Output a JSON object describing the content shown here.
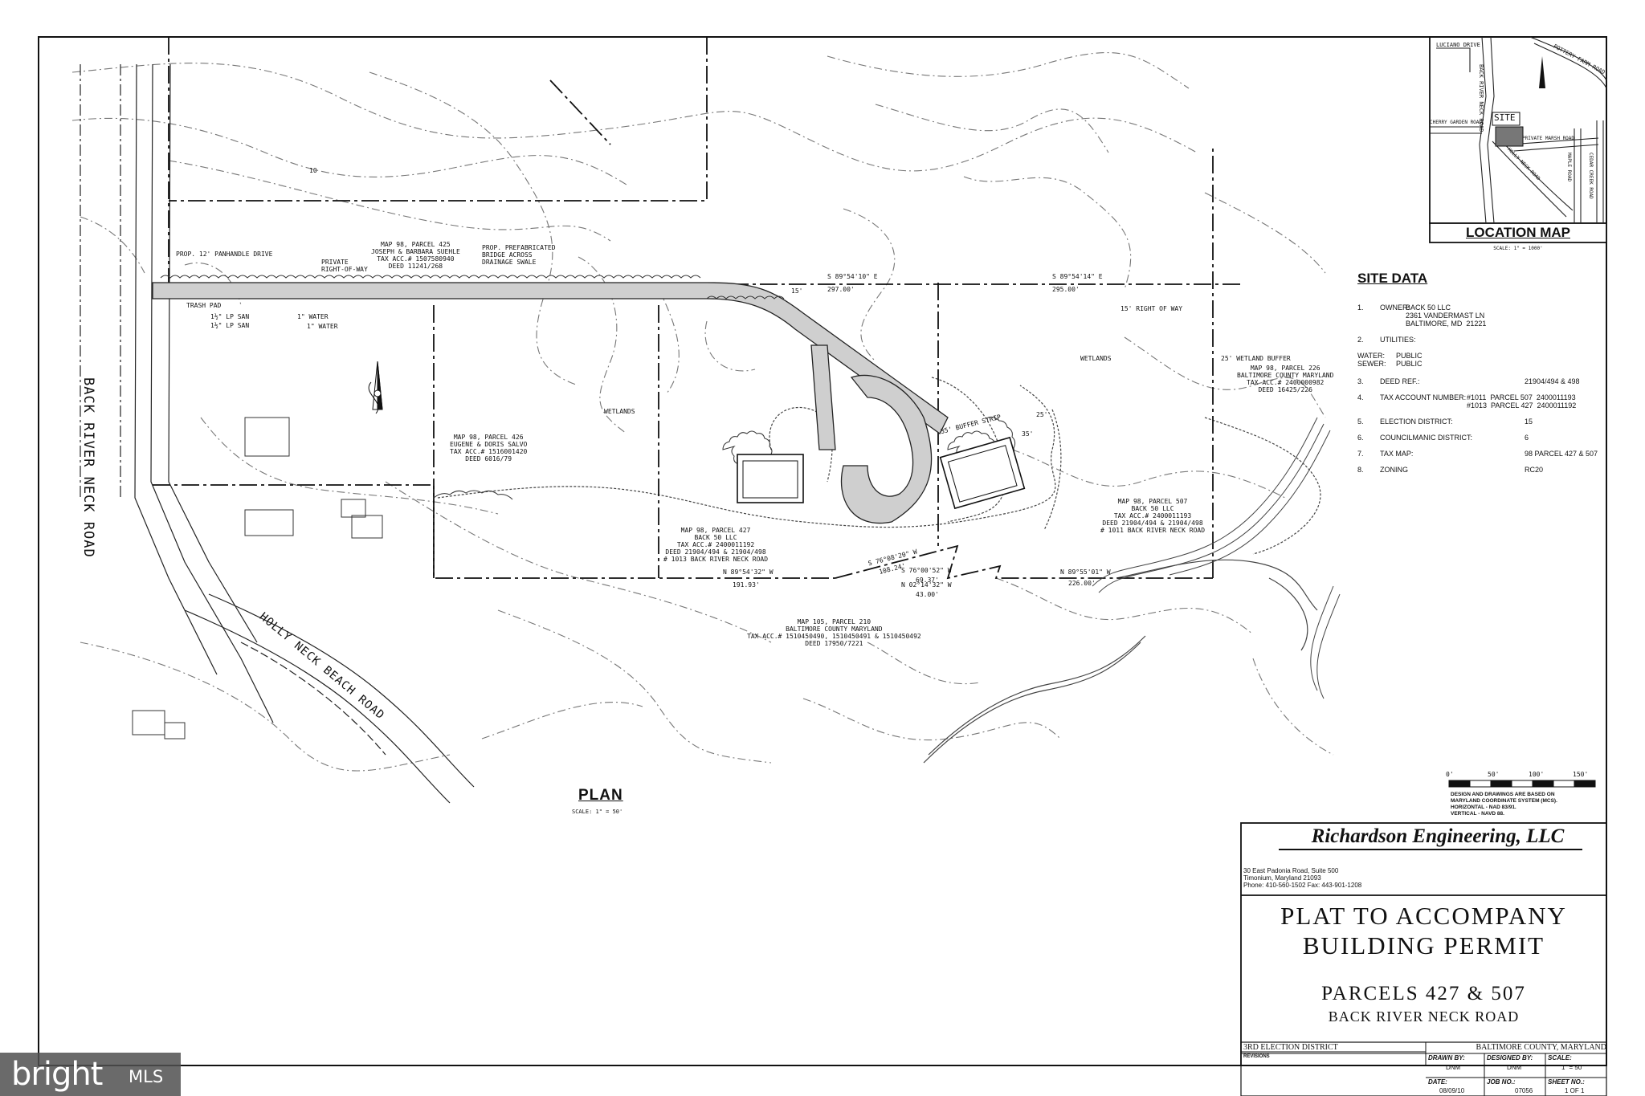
{
  "plan": {
    "title": "PLAN",
    "scale": "SCALE: 1\" = 50'"
  },
  "location_map": {
    "title": "LOCATION MAP",
    "scale": "SCALE: 1\" = 1000'",
    "site_label": "SITE",
    "roads": [
      "LUCIANO DRIVE",
      "POTTERY FARM ROAD",
      "BACK RIVER NECK ROAD",
      "CHERRY GARDEN ROAD",
      "PRIVATE MARSH ROAD",
      "HOLLY NECK ROAD",
      "MAPLE ROAD",
      "CEDAR CREEK ROAD"
    ]
  },
  "site_data": {
    "title": "SITE DATA",
    "rows": [
      {
        "num": "1.",
        "label": "OWNER:",
        "value": "BACK 50 LLC"
      },
      {
        "num": "",
        "label": "",
        "value": "2361 VANDERMAST LN"
      },
      {
        "num": "",
        "label": "",
        "value": "BALTIMORE, MD  21221"
      },
      {
        "num": "2.",
        "label": "UTILITIES:",
        "value": ""
      },
      {
        "num": "",
        "label": "WATER:",
        "value": "PUBLIC"
      },
      {
        "num": "",
        "label": "SEWER:",
        "value": "PUBLIC"
      },
      {
        "num": "3.",
        "label": "DEED REF.:",
        "value": "21904/494 & 498"
      },
      {
        "num": "4.",
        "label": "TAX ACCOUNT NUMBER:",
        "value": "#1011  PARCEL 507  2400011193"
      },
      {
        "num": "",
        "label": "",
        "value": "#1013  PARCEL 427  2400011192"
      },
      {
        "num": "5.",
        "label": "ELECTION DISTRICT:",
        "value": "15"
      },
      {
        "num": "6.",
        "label": "COUNCILMANIC DISTRICT:",
        "value": "6"
      },
      {
        "num": "7.",
        "label": "TAX MAP:",
        "value": "98 PARCEL 427 & 507"
      },
      {
        "num": "8.",
        "label": "ZONING",
        "value": "RC20"
      }
    ]
  },
  "scale_bar": {
    "ticks": [
      "0'",
      "50'",
      "100'",
      "150'"
    ],
    "note": [
      "DESIGN AND DRAWINGS ARE BASED ON",
      "MARYLAND COORDINATE SYSTEM (MCS).",
      "HORIZONTAL - NAD 83/91.",
      "VERTICAL - NAVD 88."
    ]
  },
  "title_block": {
    "company": "Richardson Engineering, LLC",
    "address": [
      "30 East Padonia Road, Suite 500",
      "Timonium, Maryland 21093",
      "Phone: 410-560-1502  Fax: 443-901-1208"
    ],
    "title_lines": [
      "PLAT TO ACCOMPANY",
      "BUILDING PERMIT"
    ],
    "subtitle": "PARCELS 427 & 507",
    "road": "BACK RIVER NECK ROAD",
    "district": "3RD ELECTION DISTRICT",
    "county": "BALTIMORE COUNTY, MARYLAND",
    "revisions": "REVISIONS",
    "drawn_by_label": "DRAWN BY:",
    "drawn_by": "DNM",
    "designed_by_label": "DESIGNED BY:",
    "designed_by": "DNM",
    "scale_label": "SCALE:",
    "scale": "1\" = 50'",
    "date_label": "DATE:",
    "date": "08/09/10",
    "job_label": "JOB NO.:",
    "job": "07056",
    "sheet_label": "SHEET NO.:",
    "sheet": "1 OF 1"
  },
  "watermark": {
    "brand": "bright",
    "suffix": "MLS"
  },
  "annotations": {
    "back_river_neck_road": "BACK RIVER NECK ROAD",
    "holly_neck_beach_road": "HOLLY NECK BEACH ROAD",
    "panhandle": "PROP. 12' PANHANDLE DRIVE",
    "private_row": [
      "PRIVATE",
      "RIGHT-OF-WAY"
    ],
    "trash_pad": "TRASH PAD",
    "lp_san_1": "1½\" LP SAN",
    "lp_san_2": "1½\" LP SAN",
    "water_1": "1\" WATER",
    "water_2": "1\" WATER",
    "bridge": [
      "PROP. PREFABRICATED",
      "BRIDGE ACROSS",
      "DRAINAGE SWALE"
    ],
    "parcel_425": [
      "MAP 98, PARCEL 425",
      "JOSEPH & BARBARA SUEHLE",
      "TAX ACC.# 1507580940",
      "DEED 11241/268"
    ],
    "parcel_426": [
      "MAP 98, PARCEL 426",
      "EUGENE & DORIS SALVO",
      "TAX ACC.# 1516001420",
      "DEED 6016/79"
    ],
    "parcel_427": [
      "MAP 98, PARCEL 427",
      "BACK 50 LLC",
      "TAX ACC.# 2400011192",
      "DEED 21904/494 & 21904/498",
      "# 1013 BACK RIVER NECK ROAD"
    ],
    "parcel_507": [
      "MAP 98, PARCEL 507",
      "BACK 50 LLC",
      "TAX ACC.# 2400011193",
      "DEED 21904/494 & 21904/498",
      "# 1011 BACK RIVER NECK ROAD"
    ],
    "parcel_226": [
      "MAP 98, PARCEL 226",
      "BALTIMORE COUNTY MARYLAND",
      "TAX ACC.# 2400000982",
      "DEED 16425/226"
    ],
    "parcel_210": [
      "MAP 105, PARCEL 210",
      "BALTIMORE COUNTY MARYLAND",
      "TAX ACC.# 1510450490, 1510450491 & 1510450492",
      "DEED 17950/7221"
    ],
    "wetlands_1": "WETLANDS",
    "wetlands_2": "WETLANDS",
    "row_15": "15' RIGHT OF WAY",
    "wetland_buffer": "25' WETLAND BUFFER",
    "buffer_35": "35' BUFFER STRIP",
    "bearing_1": "S 89°54'10\" E",
    "dist_1": "297.00'",
    "bearing_2": "S 89°54'14\" E",
    "dist_2": "295.00'",
    "bearing_3": "N 89°54'32\" W",
    "dist_3": "191.93'",
    "bearing_4": "S 76°08'20\" W",
    "dist_4": "108.24'",
    "bearing_5": "S 76°00'52\" W",
    "dist_5": "69.37'",
    "bearing_6": "N 02°14'32\" W",
    "dist_6": "43.00'",
    "bearing_7": "N 89°55'01\" W",
    "dist_7": "226.00'",
    "dim_15": "15'",
    "dim_25": "25'",
    "dim_35": "35'",
    "contour_10": "10"
  }
}
